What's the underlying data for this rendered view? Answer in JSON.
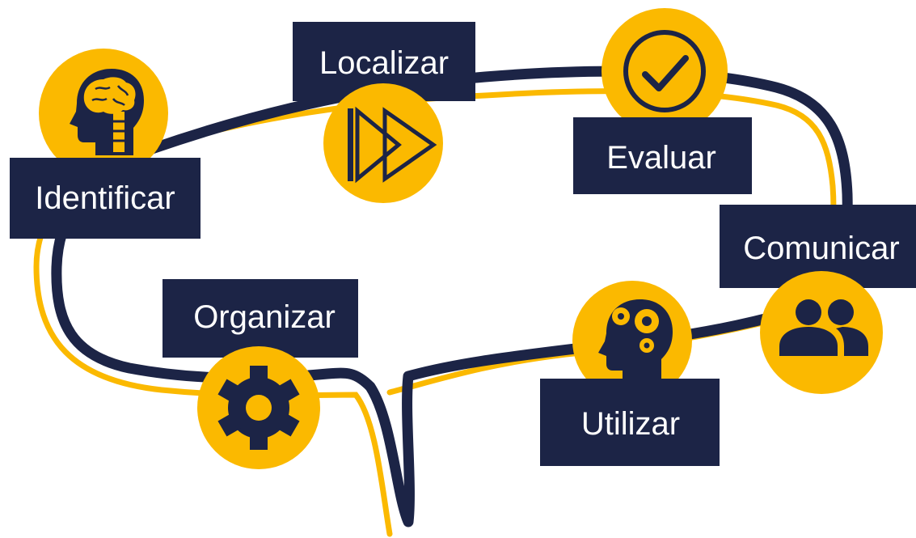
{
  "steps": [
    {
      "id": "identificar",
      "label": "Identificar",
      "icon": "brain-head-icon"
    },
    {
      "id": "localizar",
      "label": "Localizar",
      "icon": "fast-forward-icon"
    },
    {
      "id": "evaluar",
      "label": "Evaluar",
      "icon": "check-circle-icon"
    },
    {
      "id": "comunicar",
      "label": "Comunicar",
      "icon": "users-icon"
    },
    {
      "id": "utilizar",
      "label": "Utilizar",
      "icon": "gears-head-icon"
    },
    {
      "id": "organizar",
      "label": "Organizar",
      "icon": "cog-icon"
    }
  ],
  "colors": {
    "navy": "#1c2446",
    "yellow": "#fbb900",
    "background": "#ffffff"
  }
}
